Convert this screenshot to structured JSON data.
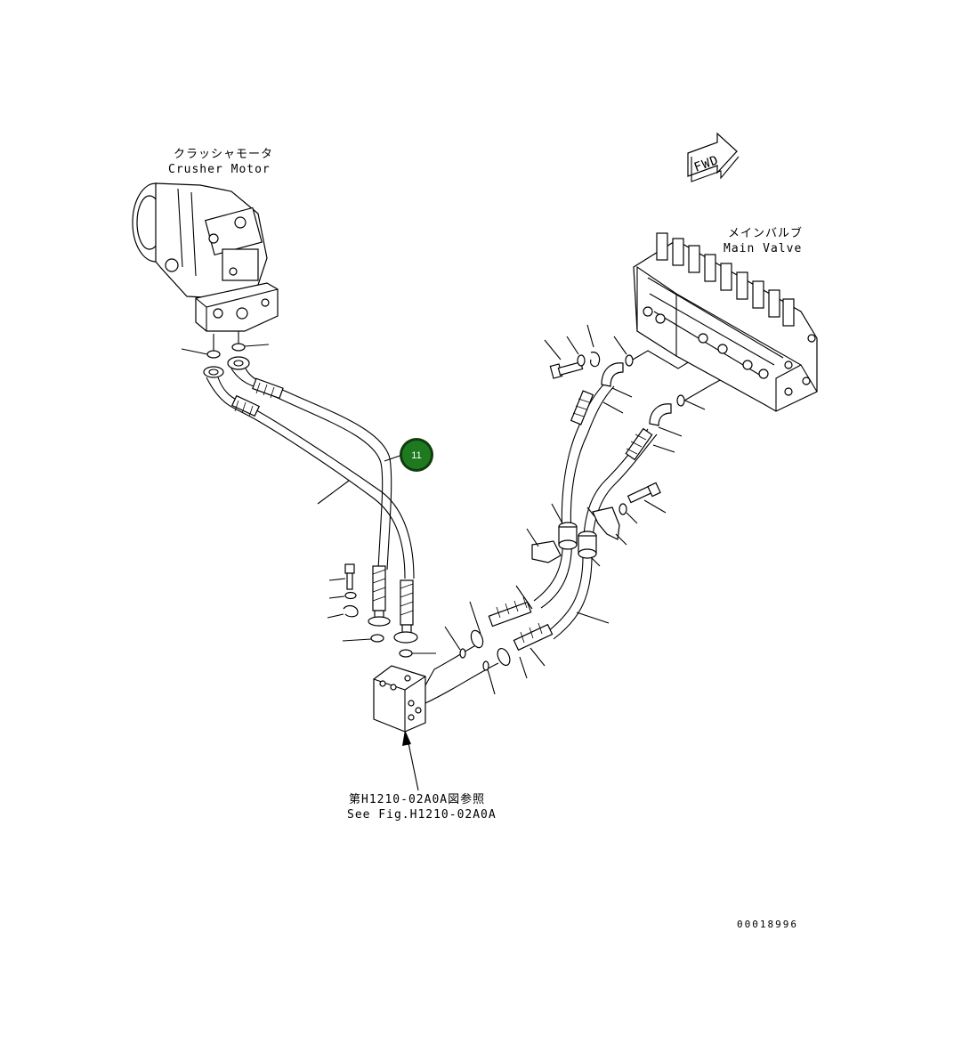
{
  "labels": {
    "crusher_motor_jp": "クラッシャモータ",
    "crusher_motor_en": "Crusher Motor",
    "main_valve_jp": "メインバルブ",
    "main_valve_en": "Main Valve",
    "fwd": "FWD",
    "see_fig_jp": "第H1210-02A0A図参照",
    "see_fig_en": "See Fig.H1210-02A0A",
    "drawing_number": "00018996"
  },
  "callouts": [
    {
      "number": "11",
      "color": "#1f7a1f"
    }
  ],
  "colors": {
    "line": "#000000",
    "background": "#ffffff",
    "callout_fill": "#1f7a1f",
    "callout_ring": "#0d3d0d"
  }
}
